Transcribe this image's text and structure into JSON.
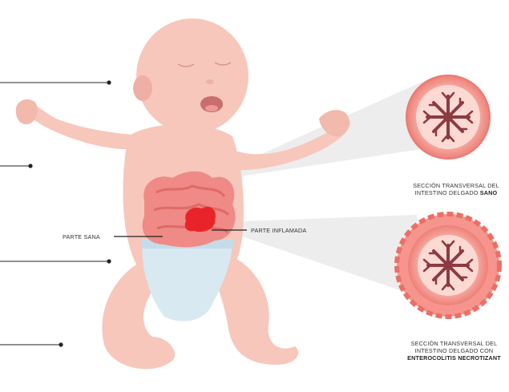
{
  "labels": {
    "healthy_part": "PARTE SANA",
    "inflamed_part": "PARTE INFLAMADA"
  },
  "captions": {
    "healthy": {
      "line1": "SECCIÓN TRANSVERSAL DEL",
      "line2_prefix": "INTESTINO DELGADO ",
      "line2_bold": "SANO"
    },
    "nec": {
      "line1": "SECCIÓN TRANSVERSAL DEL",
      "line2": "INTESTINO DELGADO CON",
      "line3_bold": "ENTEROCOLITIS NECROTIZANT"
    }
  },
  "colors": {
    "skin": "#f7c7bc",
    "skin_shade": "#eeb0a4",
    "intestine": "#ef6f6f",
    "inflamed": "#e8242a",
    "diaper": "#d9e9f2",
    "cross_section_ring": "#f08b84",
    "lumen": "#8c3b40",
    "leader_line": "#222222"
  }
}
